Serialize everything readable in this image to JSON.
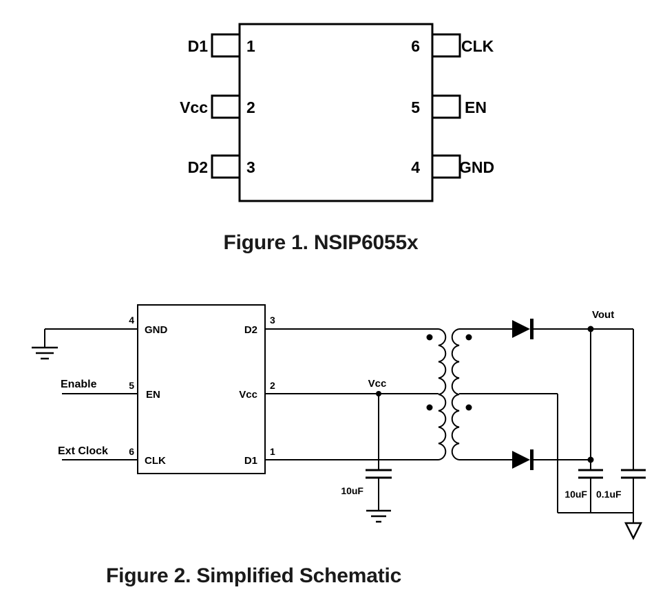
{
  "figure1": {
    "caption": "Figure 1. NSIP6055x",
    "left_pins": [
      {
        "label": "D1",
        "number": "1"
      },
      {
        "label": "Vcc",
        "number": "2"
      },
      {
        "label": "D2",
        "number": "3"
      }
    ],
    "right_pins": [
      {
        "label": "CLK",
        "number": "6"
      },
      {
        "label": "EN",
        "number": "5"
      },
      {
        "label": "GND",
        "number": "4"
      }
    ]
  },
  "figure2": {
    "caption": "Figure 2. Simplified Schematic",
    "ic": {
      "left_pins": [
        {
          "label": "GND",
          "number": "4"
        },
        {
          "label": "EN",
          "number": "5"
        },
        {
          "label": "CLK",
          "number": "6"
        }
      ],
      "right_pins": [
        {
          "label": "D2",
          "number": "3"
        },
        {
          "label": "Vcc",
          "number": "2"
        },
        {
          "label": "D1",
          "number": "1"
        }
      ]
    },
    "nets": {
      "enable": "Enable",
      "ext_clock": "Ext Clock",
      "vcc": "Vcc",
      "vout": "Vout"
    },
    "capacitors": {
      "primary": "10uF",
      "output_bulk": "10uF",
      "output_bypass": "0.1uF"
    }
  }
}
